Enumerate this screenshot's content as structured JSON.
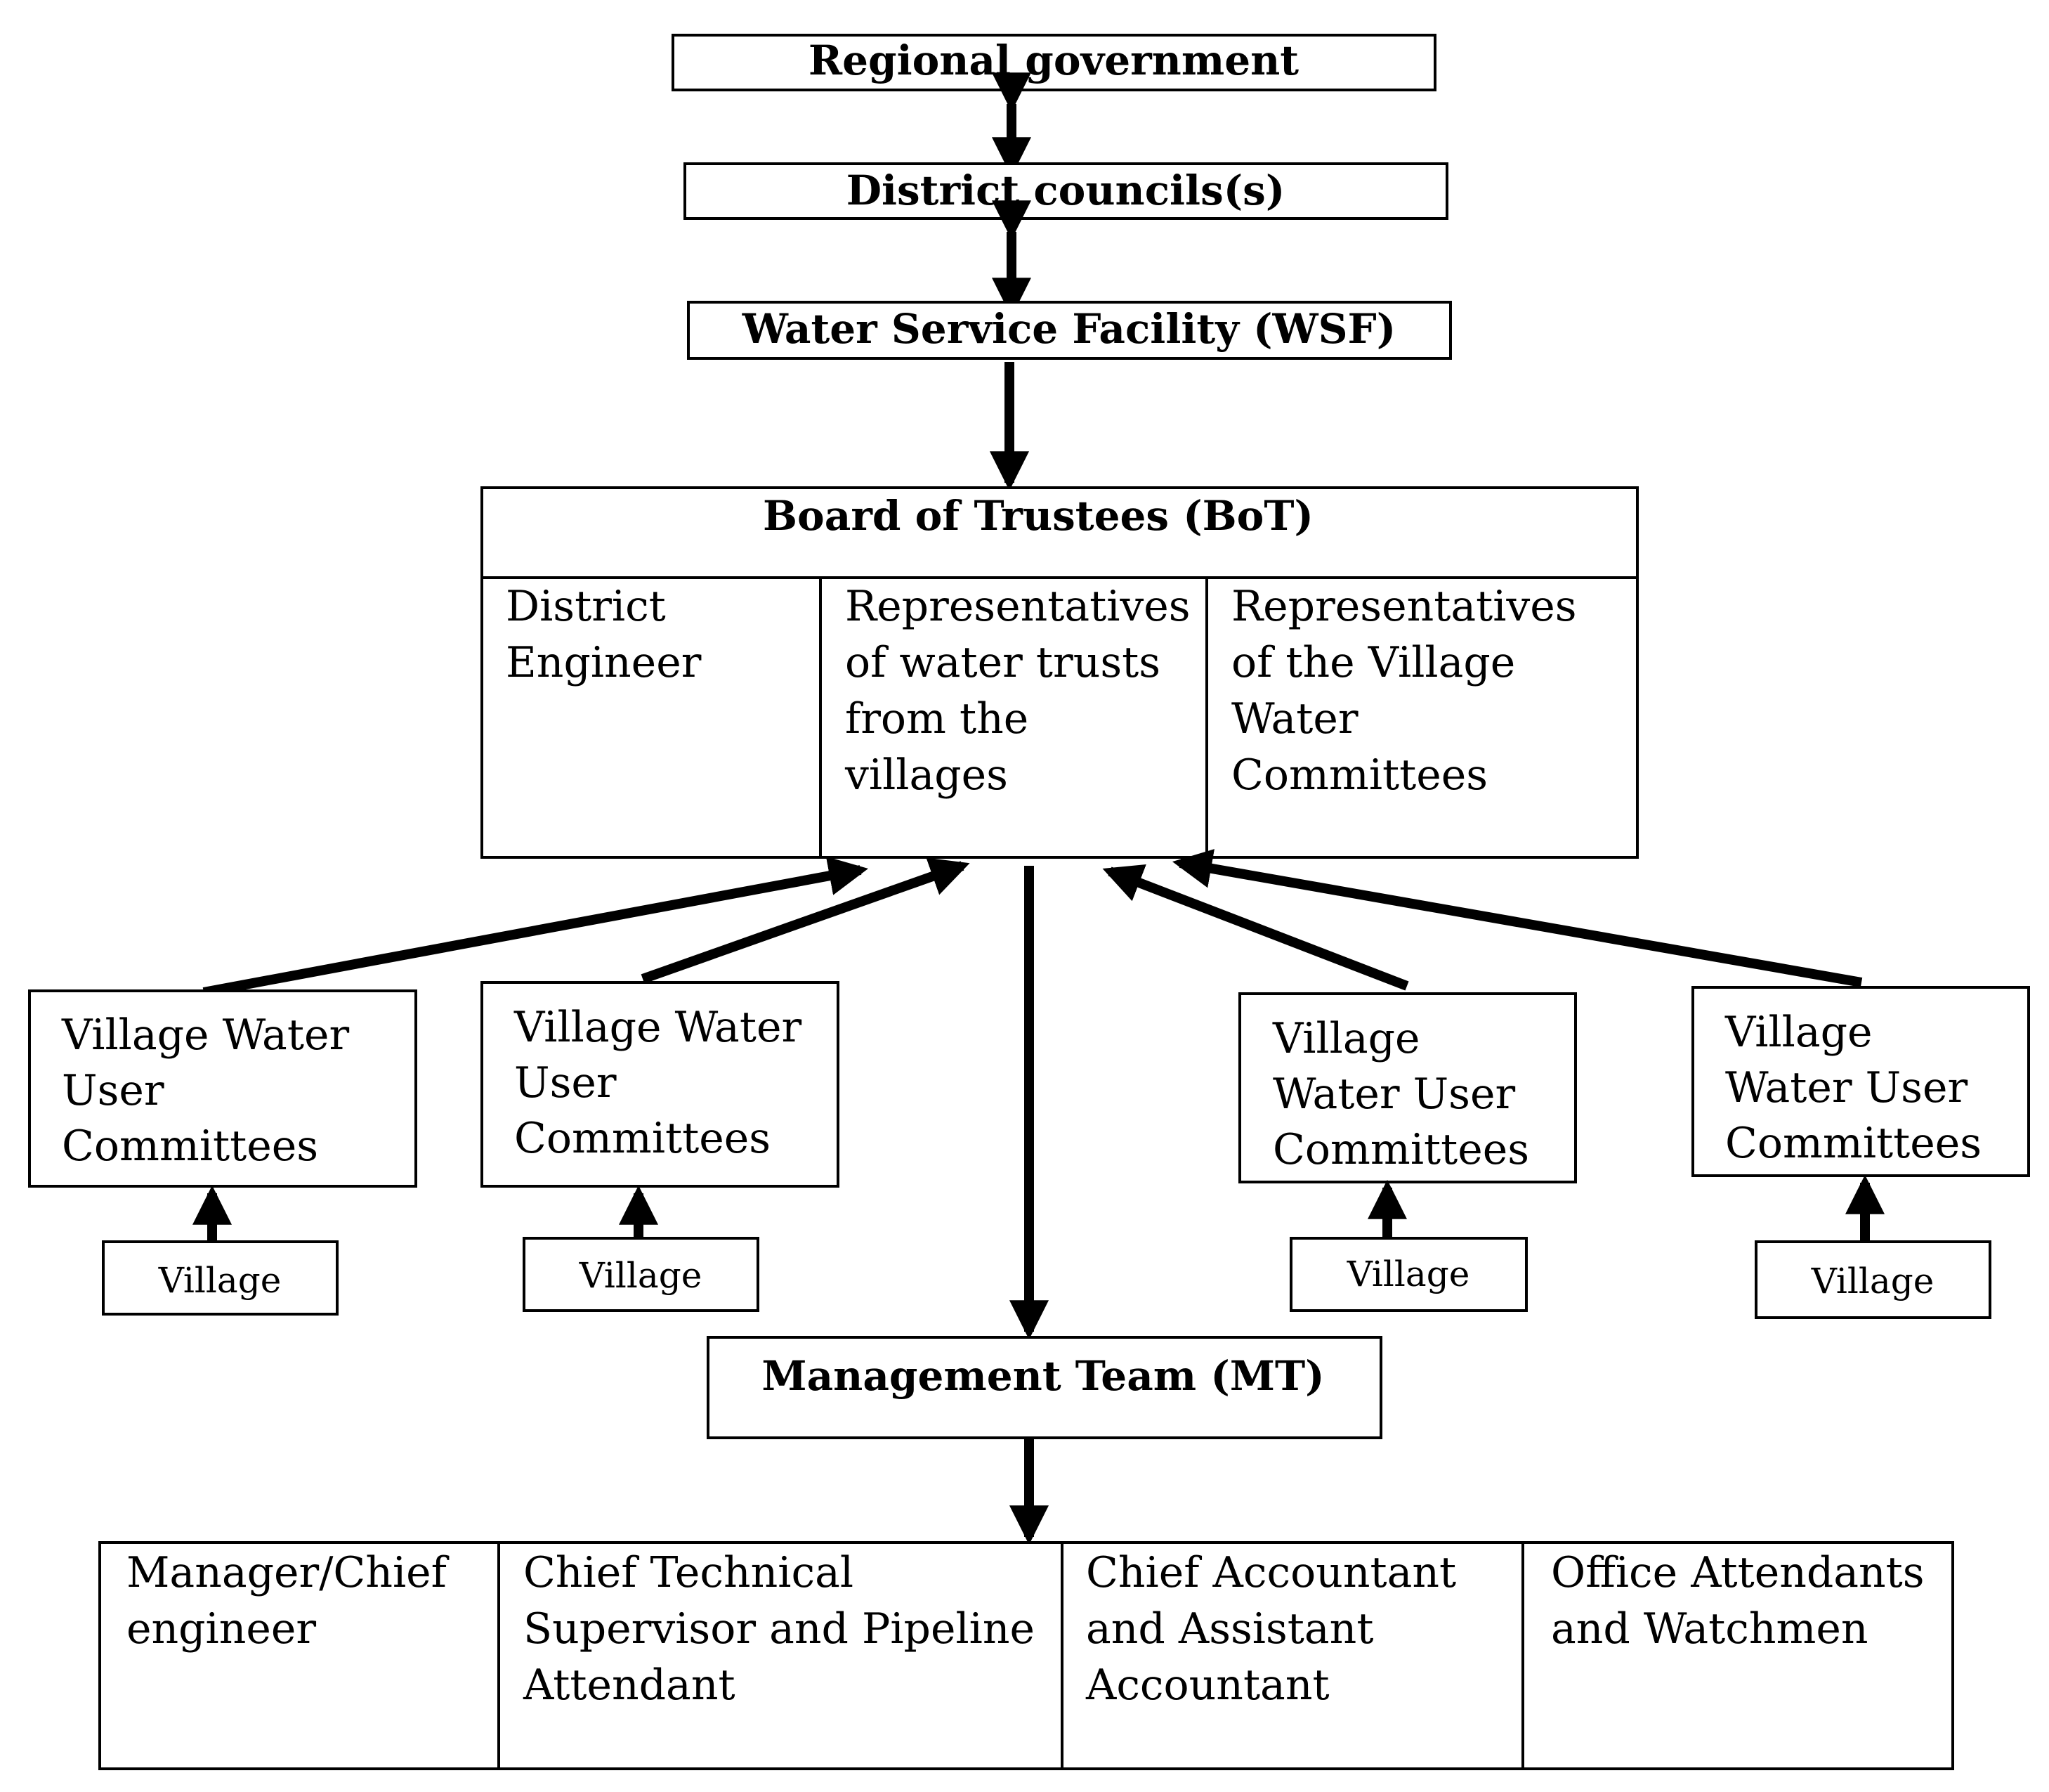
{
  "regional": {
    "label": "Regional government"
  },
  "district_councils": {
    "label": "District councils(s)"
  },
  "wsf": {
    "label": "Water Service Facility (WSF)"
  },
  "board": {
    "title": "Board of Trustees (BoT)",
    "members": [
      {
        "lines": [
          "District",
          "Engineer"
        ]
      },
      {
        "lines": [
          "Representatives",
          "of water trusts",
          "from the",
          "villages"
        ]
      },
      {
        "lines": [
          "Representatives",
          "of the Village",
          "Water",
          "Committees"
        ]
      }
    ]
  },
  "committees": [
    {
      "lines": [
        "Village Water",
        "User",
        "Committees"
      ],
      "village": "Village"
    },
    {
      "lines": [
        "Village Water",
        "User",
        "Committees"
      ],
      "village": "Village"
    },
    {
      "lines": [
        "Village",
        "Water User",
        "Committees"
      ],
      "village": "Village"
    },
    {
      "lines": [
        "Village",
        "Water User",
        "Committees"
      ],
      "village": "Village"
    }
  ],
  "management": {
    "title": "Management Team (MT)",
    "members": [
      {
        "lines": [
          "Manager/Chief",
          "engineer"
        ]
      },
      {
        "lines": [
          "Chief Technical",
          "Supervisor and Pipeline",
          "Attendant"
        ]
      },
      {
        "lines": [
          "Chief Accountant",
          "and Assistant",
          "Accountant"
        ]
      },
      {
        "lines": [
          "Office Attendants",
          "and Watchmen"
        ]
      }
    ]
  }
}
